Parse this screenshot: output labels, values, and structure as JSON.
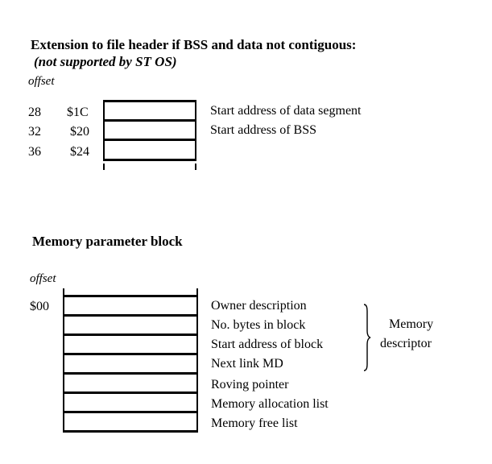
{
  "section1": {
    "title": "Extension to file header if BSS and data not contiguous:",
    "subtitle": "(not supported by ST OS)",
    "offset_label": "offset",
    "rows": [
      {
        "dec": "28",
        "hex": "$1C",
        "label": "Start address of data segment"
      },
      {
        "dec": "32",
        "hex": "$20",
        "label": "Start address of BSS"
      },
      {
        "dec": "36",
        "hex": "$24",
        "label": ""
      }
    ]
  },
  "section2": {
    "title": "Memory parameter block",
    "offset_label": "offset",
    "start_offset": "$00",
    "rows": [
      {
        "label": "Owner description"
      },
      {
        "label": "No. bytes in block"
      },
      {
        "label": "Start address of block"
      },
      {
        "label": "Next link MD"
      },
      {
        "label": "Roving pointer"
      },
      {
        "label": "Memory allocation list"
      },
      {
        "label": "Memory free list"
      }
    ],
    "group_label_line1": "Memory",
    "group_label_line2": "descriptor"
  }
}
